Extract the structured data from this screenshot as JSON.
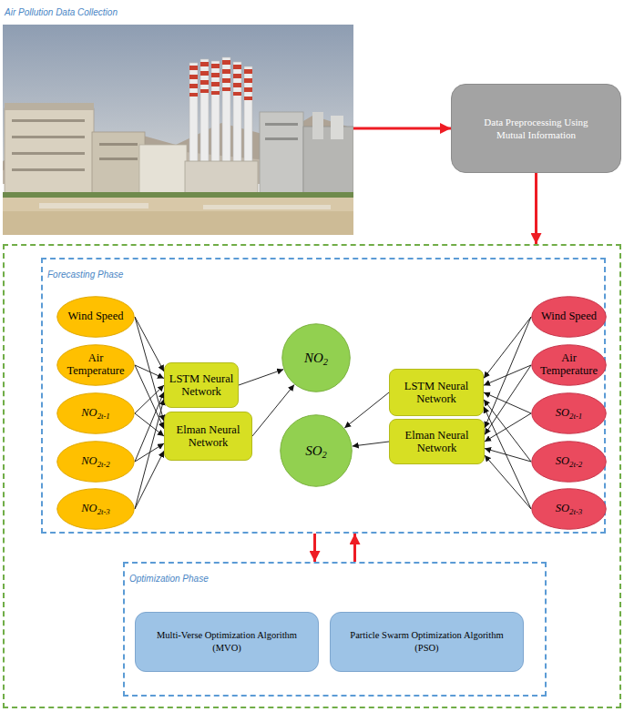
{
  "diagram": {
    "nodes": [
      {
        "text": [
          "Air Pollution Data Collection"
        ]
      },
      {
        "text": [
          "Data Preprocessing Using Mutual Information"
        ]
      },
      {
        "text": []
      },
      {
        "text": [
          "Forecasting Phase"
        ],
        "in": 2
      },
      {
        "text": [
          "Wind Speed"
        ],
        "in": 3
      },
      {
        "text": [
          "Air Temperature"
        ],
        "in": 3
      },
      {
        "text": [
          "NO2t-1"
        ],
        "in": 3
      },
      {
        "text": [
          "NO2t-2"
        ],
        "in": 3
      },
      {
        "text": [
          "NO2t-3"
        ],
        "in": 3
      },
      {
        "text": [
          "LSTM Neural Network"
        ],
        "in": 3
      },
      {
        "text": [
          "Elman Neural Network"
        ],
        "in": 3
      },
      {
        "text": [
          "NO2"
        ],
        "in": 3
      },
      {
        "text": [
          "SO2"
        ],
        "in": 3
      },
      {
        "text": [
          "LSTM Neural Network"
        ],
        "in": 3
      },
      {
        "text": [
          "Elman Neural Network"
        ],
        "in": 3
      },
      {
        "text": [
          "Wind Speed"
        ],
        "in": 3
      },
      {
        "text": [
          "Air Temperature"
        ],
        "in": 3
      },
      {
        "text": [
          "SO2t-1"
        ],
        "in": 3
      },
      {
        "text": [
          "SO2t-2"
        ],
        "in": 3
      },
      {
        "text": [
          "SO2t-3"
        ],
        "in": 3
      },
      {
        "text": [
          "Optimization Phase"
        ],
        "in": 2
      },
      {
        "text": [
          "Multi-Verse Optimization Algorithm (MVO)"
        ],
        "in": 20
      },
      {
        "text": [
          "Particle Swarm Optimization Algorithm (PSO)"
        ],
        "in": 20
      }
    ],
    "edges": [
      {
        "from": 0,
        "to": 1,
        "arrow": "to"
      },
      {
        "from": 1,
        "to": 2,
        "arrow": "to"
      },
      {
        "from": 4,
        "to": 9,
        "arrow": "to"
      },
      {
        "from": 4,
        "to": 10,
        "arrow": "to"
      },
      {
        "from": 5,
        "to": 9,
        "arrow": "to"
      },
      {
        "from": 5,
        "to": 10,
        "arrow": "to"
      },
      {
        "from": 6,
        "to": 9,
        "arrow": "to"
      },
      {
        "from": 6,
        "to": 10,
        "arrow": "to"
      },
      {
        "from": 7,
        "to": 9,
        "arrow": "to"
      },
      {
        "from": 7,
        "to": 10,
        "arrow": "to"
      },
      {
        "from": 8,
        "to": 9,
        "arrow": "to"
      },
      {
        "from": 8,
        "to": 10,
        "arrow": "to"
      },
      {
        "from": 9,
        "to": 11,
        "arrow": "to"
      },
      {
        "from": 10,
        "to": 11,
        "arrow": "to"
      },
      {
        "from": 15,
        "to": 13,
        "arrow": "to"
      },
      {
        "from": 15,
        "to": 14,
        "arrow": "to"
      },
      {
        "from": 16,
        "to": 13,
        "arrow": "to"
      },
      {
        "from": 16,
        "to": 14,
        "arrow": "to"
      },
      {
        "from": 17,
        "to": 13,
        "arrow": "to"
      },
      {
        "from": 17,
        "to": 14,
        "arrow": "to"
      },
      {
        "from": 18,
        "to": 13,
        "arrow": "to"
      },
      {
        "from": 18,
        "to": 14,
        "arrow": "to"
      },
      {
        "from": 19,
        "to": 13,
        "arrow": "to"
      },
      {
        "from": 19,
        "to": 14,
        "arrow": "to"
      },
      {
        "from": 13,
        "to": 12,
        "arrow": "to"
      },
      {
        "from": 14,
        "to": 12,
        "arrow": "to"
      },
      {
        "from": 3,
        "to": 20,
        "arrow": "to"
      },
      {
        "from": 20,
        "to": 3,
        "arrow": "to"
      }
    ]
  }
}
